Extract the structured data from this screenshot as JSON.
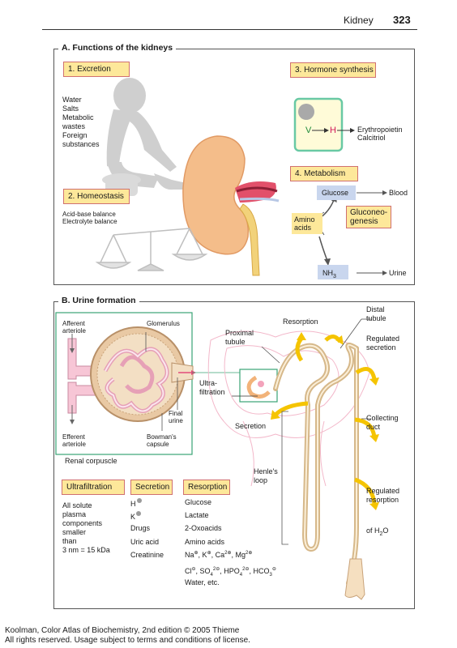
{
  "header": {
    "title": "Kidney",
    "page_number": "323"
  },
  "panel_a": {
    "title": "A. Functions of the kidneys",
    "excretion": {
      "label": "1. Excretion",
      "items": [
        "Water",
        "Salts",
        "Metabolic",
        "wastes",
        "Foreign",
        "substances"
      ]
    },
    "homeostasis": {
      "label": "2. Homeostasis",
      "items": [
        "Acid-base balance",
        "Electrolyte balance"
      ]
    },
    "hormone": {
      "label": "3. Hormone synthesis",
      "v": "V",
      "h": "H",
      "products": [
        "Erythropoietin",
        "Calcitriol"
      ]
    },
    "metabolism": {
      "label": "4. Metabolism",
      "glucose": "Glucose",
      "blood": "Blood",
      "gluconeo": [
        "Gluconeo-",
        "genesis"
      ],
      "amino": [
        "Amino",
        "acids"
      ],
      "nh3": "NH",
      "nh3_sub": "3",
      "urine": "Urine"
    }
  },
  "panel_b": {
    "title": "B. Urine formation",
    "corpuscle": {
      "afferent": [
        "Afferent",
        "arteriole"
      ],
      "glomerulus": "Glomerulus",
      "final_urine": [
        "Final",
        "urine"
      ],
      "efferent": [
        "Efferent",
        "arteriole"
      ],
      "bowman": [
        "Bowman's",
        "capsule"
      ],
      "caption": "Renal corpuscle"
    },
    "nephron": {
      "ultrafiltration": [
        "Ultra-",
        "filtration"
      ],
      "proximal": [
        "Proximal",
        "tubule"
      ],
      "resorption": "Resorption",
      "distal": [
        "Distal",
        "tubule"
      ],
      "regulated_secretion": [
        "Regulated",
        "secretion"
      ],
      "secretion": "Secretion",
      "collecting": [
        "Collecting",
        "duct"
      ],
      "henle": [
        "Henle's",
        "loop"
      ],
      "regulated_resorption": [
        "Regulated",
        "resorption"
      ],
      "of_h2o": "of H",
      "h2o_sub": "2",
      "h2o_tail": "O"
    },
    "columns": {
      "ultrafiltration": {
        "label": "Ultrafiltration",
        "items": [
          "All solute",
          "plasma",
          "components",
          "smaller",
          "than",
          "3  nm = 15  kDa"
        ]
      },
      "secretion": {
        "label": "Secretion",
        "items": [
          "H",
          "K",
          "Drugs",
          "Uric acid",
          "Creatinine"
        ]
      },
      "resorption": {
        "label": "Resorption",
        "items": [
          "Glucose",
          "Lactate",
          "2-Oxoacids",
          "Amino acids",
          "Water, etc."
        ]
      }
    }
  },
  "footer": {
    "line1": "Koolman, Color Atlas of Biochemistry, 2nd edition © 2005 Thieme",
    "line2": "All rights reserved. Usage subject to terms and conditions of license."
  }
}
